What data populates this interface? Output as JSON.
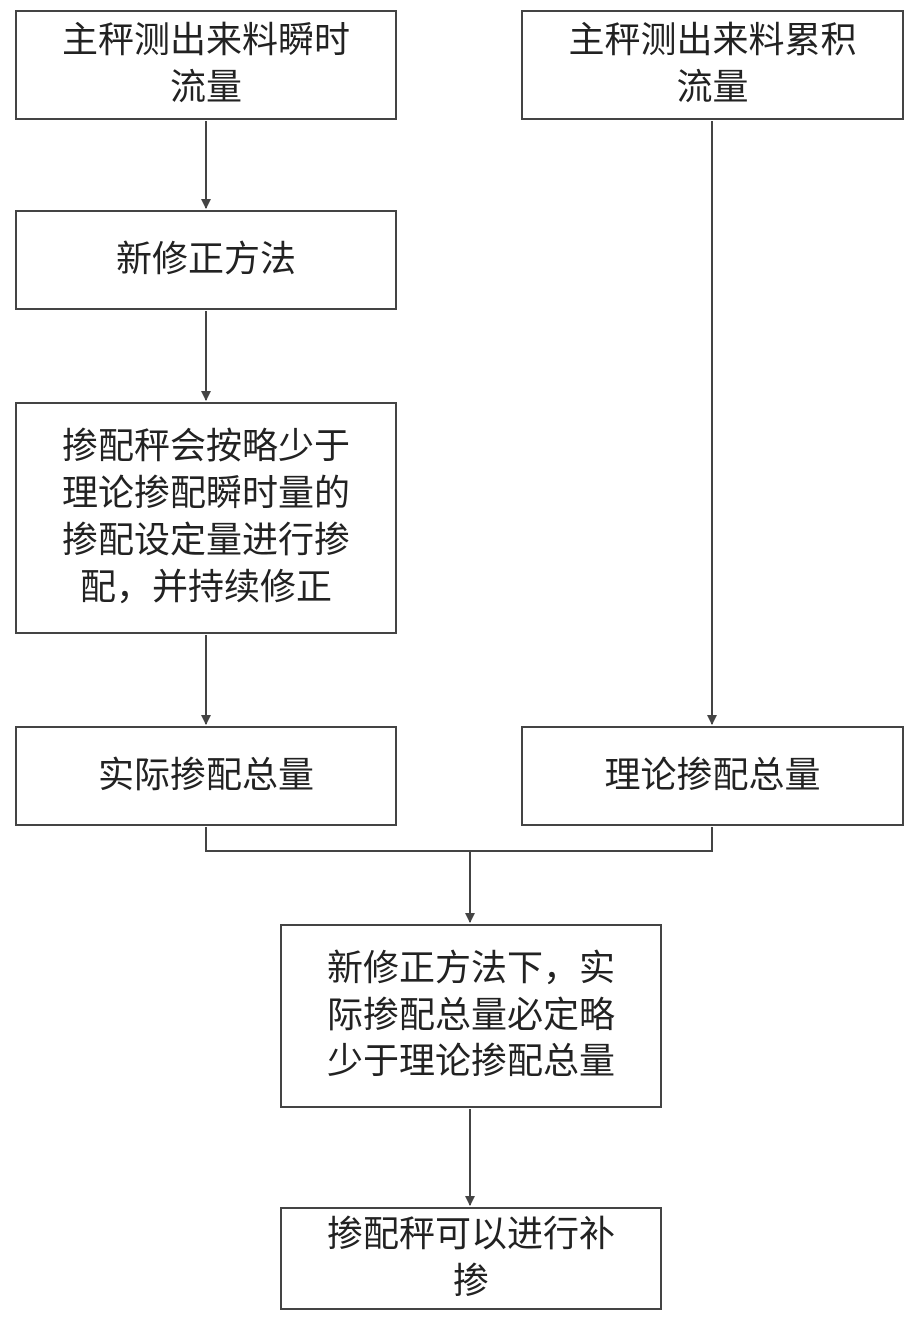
{
  "diagram": {
    "nodes": {
      "main_scale_instant": [
        "主秤测出来料瞬时",
        "流量"
      ],
      "main_scale_cumulative": [
        "主秤测出来料累积",
        "流量"
      ],
      "new_correction_method": [
        "新修正方法"
      ],
      "blending_scale_setpoint": [
        "掺配秤会按略少于",
        "理论掺配瞬时量的",
        "掺配设定量进行掺",
        "配，并持续修正"
      ],
      "actual_total": [
        "实际掺配总量"
      ],
      "theoretical_total": [
        "理论掺配总量"
      ],
      "conclusion": [
        "新修正方法下，实",
        "际掺配总量必定略",
        "少于理论掺配总量"
      ],
      "supplement": [
        "掺配秤可以进行补",
        "掺"
      ]
    },
    "colors": {
      "line": "#444444",
      "text": "#222222",
      "box_border": "#444444",
      "background": "#ffffff"
    }
  }
}
